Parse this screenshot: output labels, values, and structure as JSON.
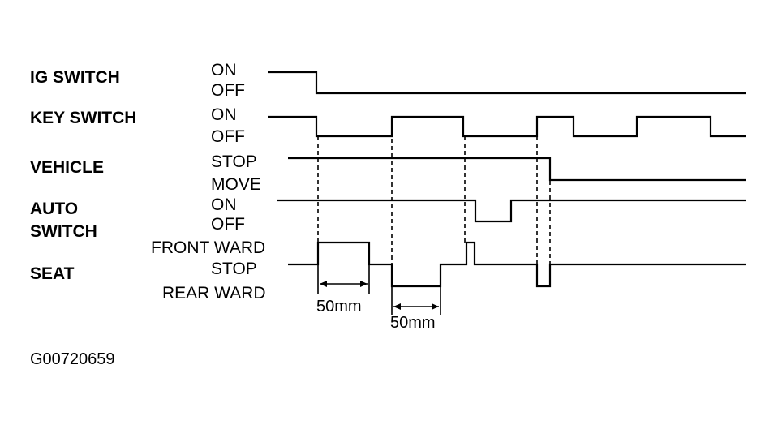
{
  "signals": [
    {
      "id": "ig",
      "name": [
        "IG SWITCH"
      ],
      "states": [
        "ON",
        "OFF"
      ]
    },
    {
      "id": "key",
      "name": [
        "KEY SWITCH"
      ],
      "states": [
        "ON",
        "OFF"
      ]
    },
    {
      "id": "vehicle",
      "name": [
        "VEHICLE"
      ],
      "states": [
        "STOP",
        "MOVE"
      ]
    },
    {
      "id": "auto",
      "name": [
        "AUTO",
        "SWITCH"
      ],
      "states": [
        "ON",
        "OFF"
      ]
    },
    {
      "id": "seat",
      "name": [
        "SEAT"
      ],
      "states": [
        "FRONT WARD",
        "STOP",
        "REAR WARD"
      ]
    }
  ],
  "dimensions": [
    {
      "label": "50mm"
    },
    {
      "label": "50mm"
    }
  ],
  "figure_id": "G00720659"
}
